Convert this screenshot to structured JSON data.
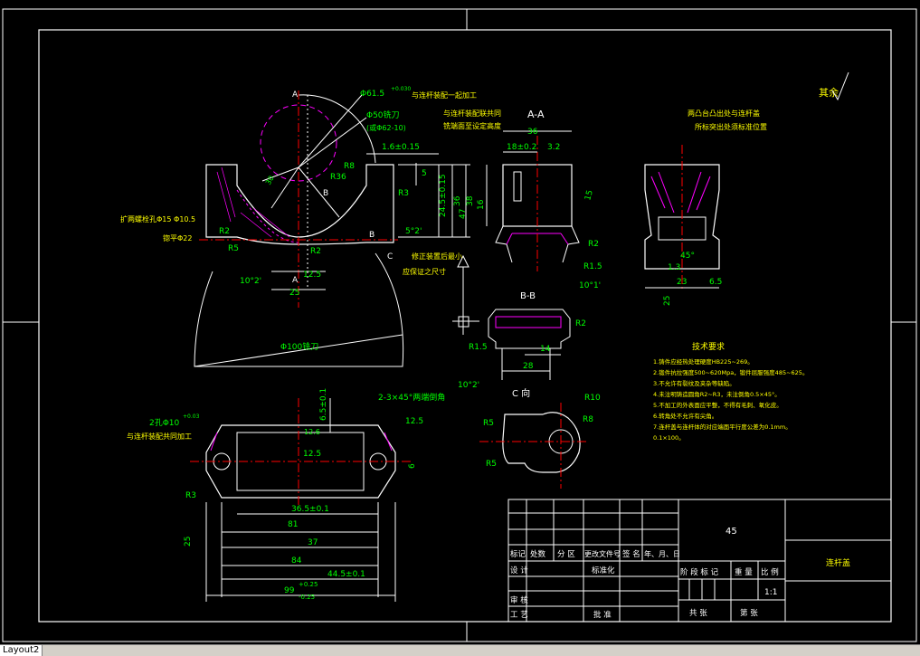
{
  "tab": {
    "label": "Layout2"
  },
  "view_labels": {
    "section_a": "A-A",
    "section_b": "B-B",
    "view_c": "C 向",
    "section_cut_a": "A",
    "section_cut_b": "B",
    "section_cut_c": "C"
  },
  "roughness": {
    "rest": "其余"
  },
  "notes": {
    "hole_61": "Φ61.5",
    "hole_61_tol": "+0.030",
    "hole_61_note": "与连杆装配一起加工",
    "knife_50": "Φ50铣刀",
    "knife_50_sub": "(或Φ62-10)",
    "align_note_1": "与连杆装配联共同",
    "align_note_2": "铣端面至设定高度",
    "bore_note": "扩两螺栓孔Φ15 Φ10.5",
    "flat_note": "锪平Φ22",
    "correct_note_1": "修正装置后最小",
    "correct_note_2": "应保证之尺寸",
    "knife_100": "Φ100铣刀",
    "two_holes": "2孔Φ10",
    "two_holes_tol": "+0.03",
    "two_holes_note": "与连杆装配共同加工",
    "chamfer": "2-3×45°两端倒角",
    "side_note_1": "两凸台凸出处与连杆盖",
    "side_note_2": "所标突出处须标准位置"
  },
  "dimensions": {
    "d_1_6": "1.6±0.15",
    "d_r36": "R36",
    "d_r8": "R8",
    "d_r3": "R3",
    "d_5": "5",
    "d_24_5": "24.5±0.15",
    "d_36": "36",
    "d_38": "38",
    "d_47": "47",
    "d_30": "30",
    "d_r2a": "R2",
    "d_r5": "R5",
    "d_r2b": "R2",
    "d_5_2": "5°2'",
    "d_12_5": "12.5",
    "d_10_2": "10°2'",
    "d_25": "25",
    "d_36_top": "36",
    "d_18": "18±0.2",
    "d_3_2": "3.2",
    "d_16": "16",
    "d_15": "15",
    "d_r2c": "R2",
    "d_r1_5": "R1.5",
    "d_10_1": "10°1'",
    "d_r1_5b": "R1.5",
    "d_14": "14",
    "d_28": "28",
    "d_r2d": "R2",
    "d_10_2b": "10°2'",
    "d_45deg": "45°",
    "d_1_3": "1.3",
    "d_23": "23",
    "d_6_5": "6.5",
    "d_25b": "25",
    "d_r10": "R10",
    "d_r8b": "R8",
    "d_r5a": "R5",
    "d_r5b": "R5",
    "d_6_5b": "6.5±0.1",
    "d_12_5b": "12.5",
    "d_12_6": "12.6",
    "d_r3b": "R3",
    "d_36_5": "36.5±0.1",
    "d_81": "81",
    "d_37": "37",
    "d_84": "84",
    "d_44_5": "44.5±0.1",
    "d_99": "99",
    "d_99_tol_up": "+0.25",
    "d_99_tol_dn": "-0.25",
    "d_25c": "25",
    "d_6": "6"
  },
  "tech_req": {
    "title": "技术要求",
    "items": [
      "1.铸件应经热处理硬度HB225~269。",
      "2.锻件抗拉强度500~620Mpa，锻件屈服强度485~625。",
      "3.不允许有裂纹及夹杂等缺陷。",
      "4.未注明铸造圆角R2~R3，未注倒角0.5×45°。",
      "5.不加工的外表面应平整，不得有毛刺、氧化皮。",
      "6.转角处不允许有尖角。",
      "7.连杆盖与连杆体的对应端面平行度公差为0.1mm。",
      "0.1×100。"
    ]
  },
  "title_block": {
    "material": "45",
    "part_name": "连杆盖",
    "scale": "1:1",
    "h_mark": "标记",
    "h_count": "处数",
    "h_zone": "分 区",
    "h_docno": "更改文件号",
    "h_sign": "签 名",
    "h_date": "年、月、日",
    "r_design": "设 计",
    "r_std": "标准化",
    "r_check": "审 核",
    "r_process": "工 艺",
    "r_approve": "批 准",
    "stage_mark": "阶 段 标 记",
    "weight": "重 量",
    "scale_label": "比 例",
    "sheets_total": "共   张",
    "sheet_no": "第   张"
  }
}
